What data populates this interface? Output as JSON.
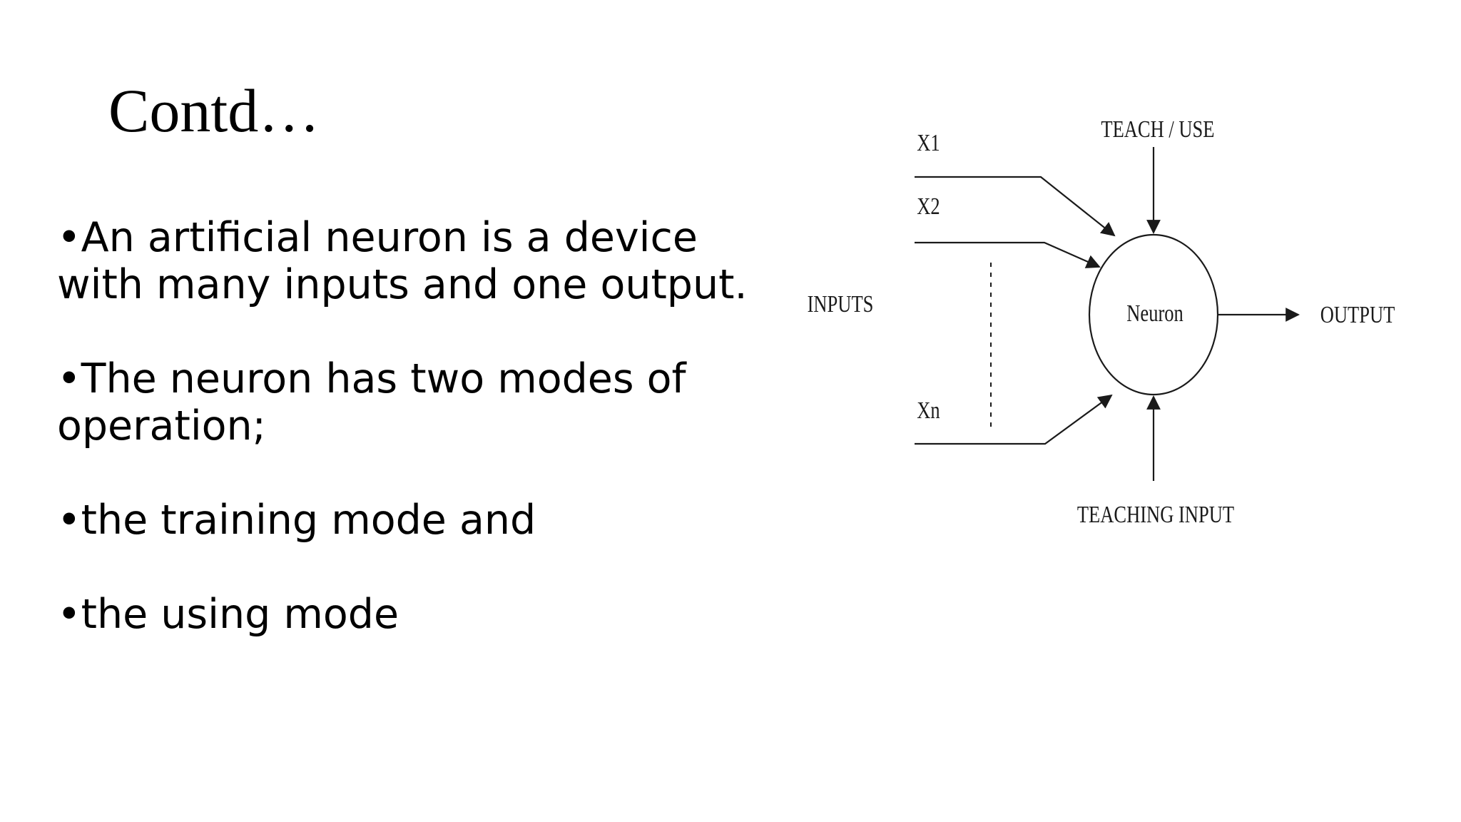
{
  "slide": {
    "title": "Contd…",
    "paragraphs": [
      "•An artificial neuron is a device with many inputs and one output.",
      "•The neuron has two modes of operation;",
      "•the training mode and",
      "•the using mode"
    ]
  },
  "diagram": {
    "labels": {
      "x1": "X1",
      "x2": "X2",
      "xn": "Xn",
      "inputs": "INPUTS",
      "teach_use": "TEACH / USE",
      "neuron": "Neuron",
      "output": "OUTPUT",
      "teaching_input": "TEACHING INPUT"
    },
    "line_color": "#1a1a1a"
  }
}
